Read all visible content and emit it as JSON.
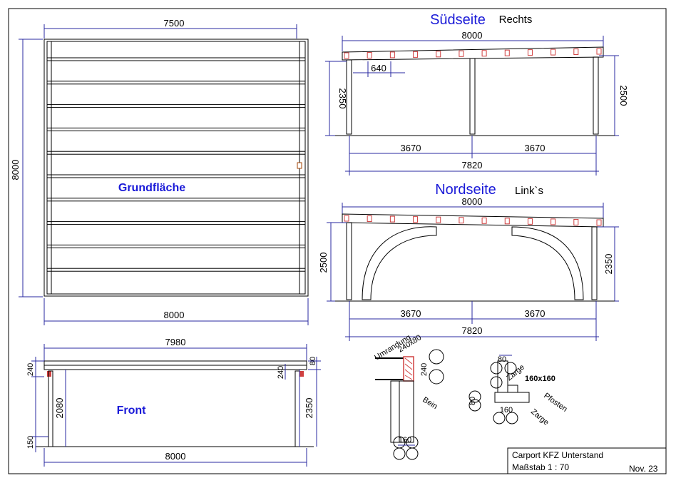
{
  "plan": {
    "title": "Grundfläche",
    "dim_top": "7500",
    "dim_left": "8000",
    "dim_bottom": "8000"
  },
  "south": {
    "title": "Südseite",
    "subtitle": "Rechts",
    "dim_top": "8000",
    "dim_detail": "640",
    "dim_left": "2350",
    "dim_right": "2500",
    "dim_span1": "3670",
    "dim_span2": "3670",
    "dim_total": "7820"
  },
  "north": {
    "title": "Nordseite",
    "subtitle": "Link`s",
    "dim_top": "8000",
    "dim_left": "2500",
    "dim_right": "2350",
    "dim_span1": "3670",
    "dim_span2": "3670",
    "dim_total": "7820"
  },
  "front": {
    "title": "Front",
    "dim_top": "7980",
    "dim_beam_left": "240",
    "dim_beam_right": "240",
    "dim_roof": "80",
    "dim_post_left": "2080",
    "dim_post_right": "2350",
    "dim_base": "150",
    "dim_bottom": "8000"
  },
  "detail1": {
    "label_umrandung": "Umrandung",
    "label_beam": "240x80",
    "dim_height": "240",
    "label_bein": "Bein",
    "dim_width": "160"
  },
  "detail2": {
    "dim_80_top": "80",
    "label_zarge1": "Zarge",
    "label_post": "160x160",
    "label_pfosten": "Pfosten",
    "dim_80_left": "80",
    "dim_160": "160",
    "label_zarge2": "Zarge"
  },
  "titleblock": {
    "line1": "Carport KFZ Unterstand",
    "line2": "Maßstab 1 : 70",
    "date": "Nov. 23"
  }
}
